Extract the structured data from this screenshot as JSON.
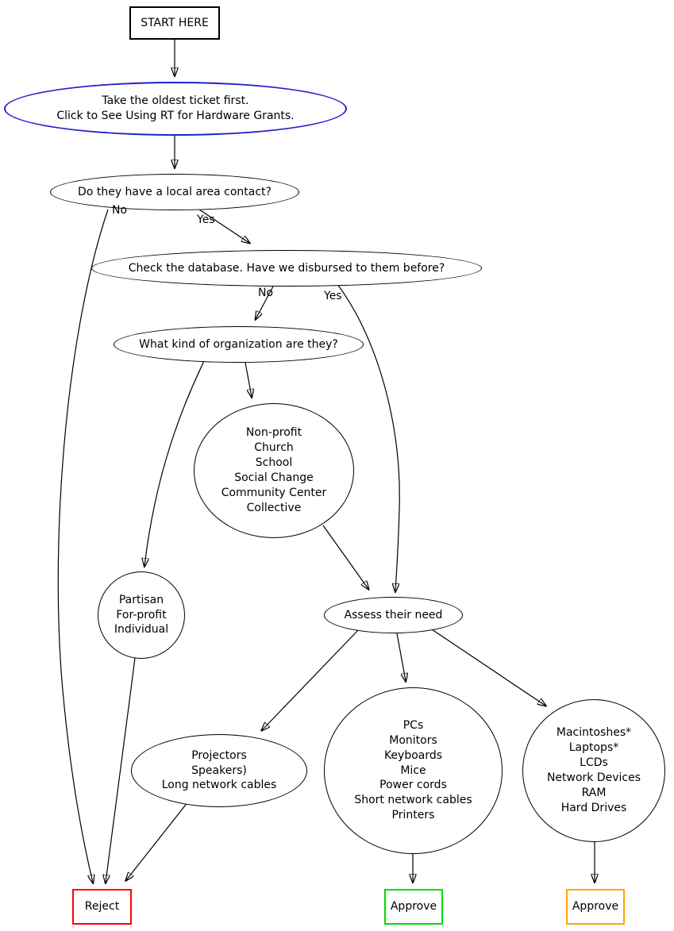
{
  "flowchart": {
    "nodes": {
      "start": {
        "label": "START HERE"
      },
      "ticket": {
        "label": "Take the oldest ticket first.\nClick to See Using RT for Hardware Grants."
      },
      "contact": {
        "label": "Do they have a local area contact?"
      },
      "database": {
        "label": "Check the database. Have we disbursed to them before?"
      },
      "org_kind": {
        "label": "What kind of organization are they?"
      },
      "nonprofit": {
        "label": "Non-profit\nChurch\nSchool\nSocial Change\nCommunity Center\nCollective"
      },
      "partisan": {
        "label": "Partisan\nFor-profit\nIndividual"
      },
      "assess": {
        "label": "Assess their need"
      },
      "projectors": {
        "label": "Projectors\nSpeakers)\nLong network cables"
      },
      "pcs": {
        "label": "PCs\nMonitors\nKeyboards\nMice\nPower cords\nShort network cables\nPrinters"
      },
      "macs": {
        "label": "Macintoshes*\nLaptops*\nLCDs\nNetwork Devices\nRAM\nHard Drives"
      },
      "reject": {
        "label": "Reject"
      },
      "approve_pcs": {
        "label": "Approve"
      },
      "approve_macs": {
        "label": "Approve"
      }
    },
    "edge_labels": {
      "contact_no": "No",
      "contact_yes": "Yes",
      "database_no": "No",
      "database_yes": "Yes"
    },
    "colors": {
      "start_border": "#000000",
      "ticket_border": "#2222cc",
      "reject_border": "#ff0000",
      "approve_pcs_border": "#00dd00",
      "approve_macs_border": "#ffa500",
      "edge": "#000000"
    }
  }
}
